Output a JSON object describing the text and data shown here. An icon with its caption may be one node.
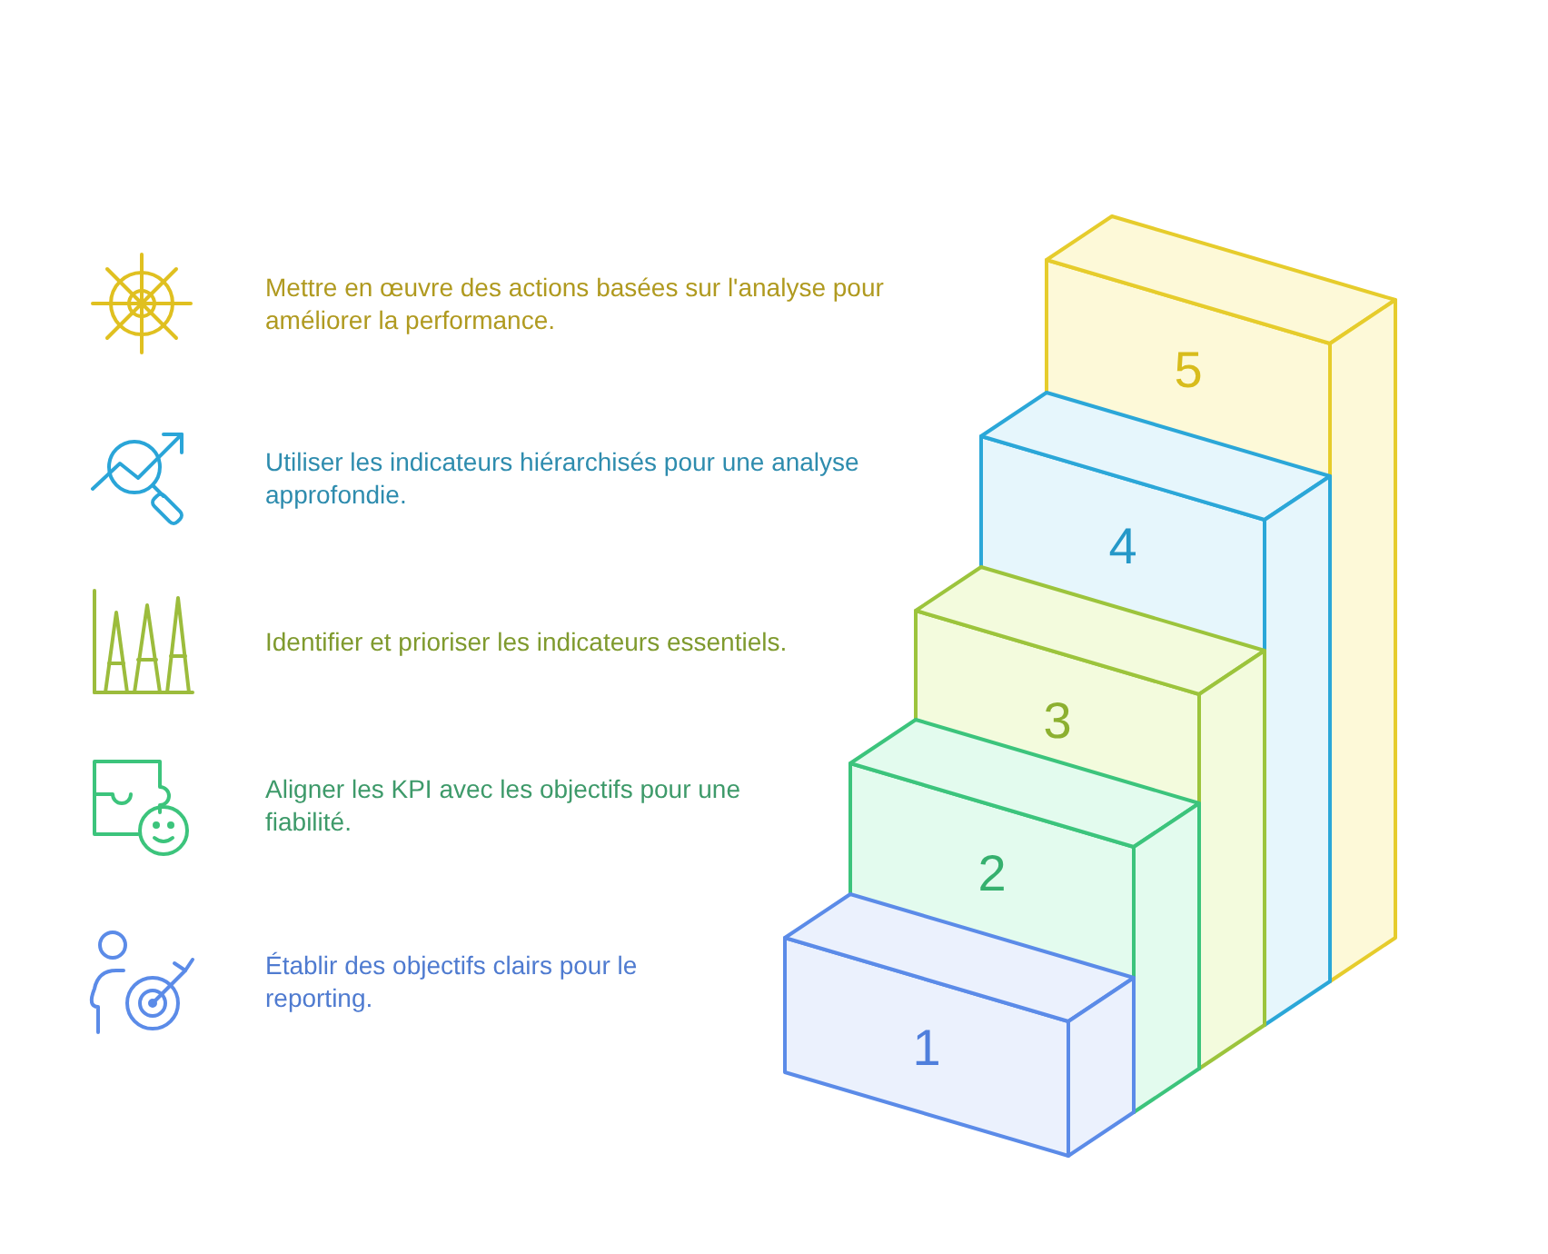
{
  "diagram": {
    "nodes": [
      {
        "text": [
          "1"
        ]
      },
      {
        "text": [
          "2"
        ]
      },
      {
        "text": [
          "3"
        ]
      },
      {
        "text": [
          "4"
        ]
      },
      {
        "text": [
          "5"
        ]
      }
    ],
    "labels": [
      "Mettre en œuvre des actions basées sur l'analyse pour améliorer la performance.",
      "Utiliser les indicateurs hiérarchisés pour une analyse approfondie.",
      "Identifier et prioriser les indicateurs essentiels.",
      "Aligner les KPI avec les objectifs pour une fiabilité.",
      "Établir des objectifs clairs pour le reporting."
    ]
  }
}
